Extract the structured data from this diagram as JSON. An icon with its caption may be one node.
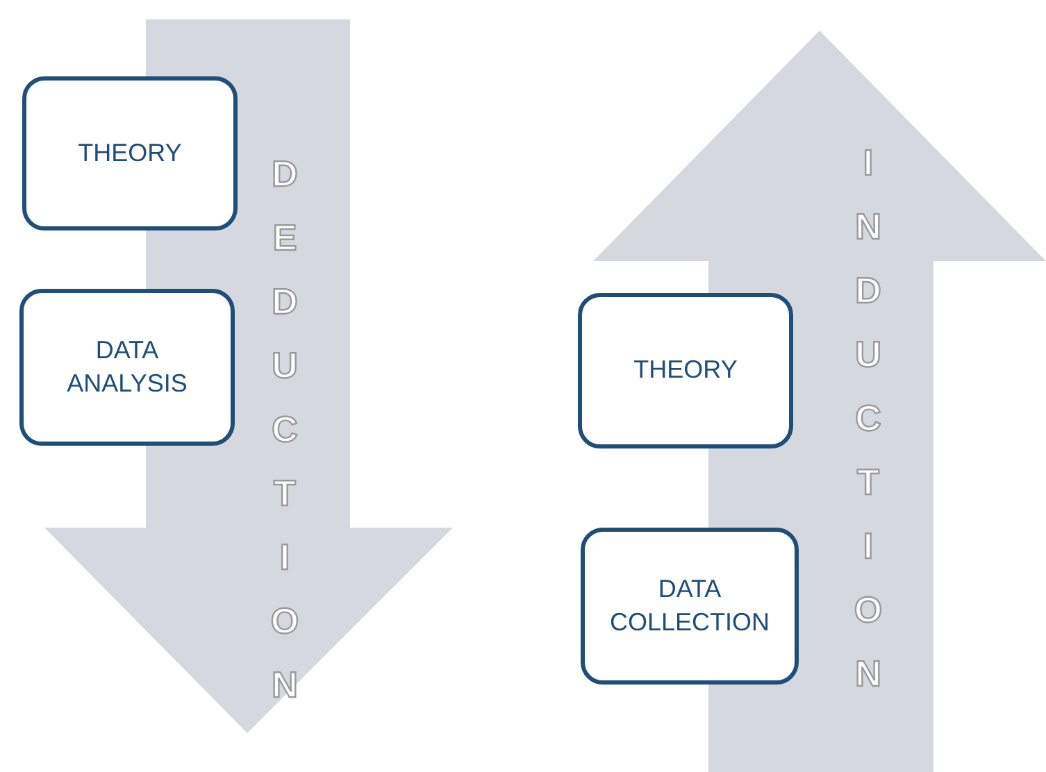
{
  "diagram": {
    "nodes": [
      {
        "text": [
          "DEDUCTION"
        ]
      },
      {
        "text": [
          "THEORY"
        ]
      },
      {
        "text": [
          "DATA ANALYSIS"
        ]
      },
      {
        "text": [
          "INDUCTION"
        ]
      },
      {
        "text": [
          "THEORY"
        ]
      },
      {
        "text": [
          "DATA COLLECTION"
        ]
      }
    ]
  }
}
